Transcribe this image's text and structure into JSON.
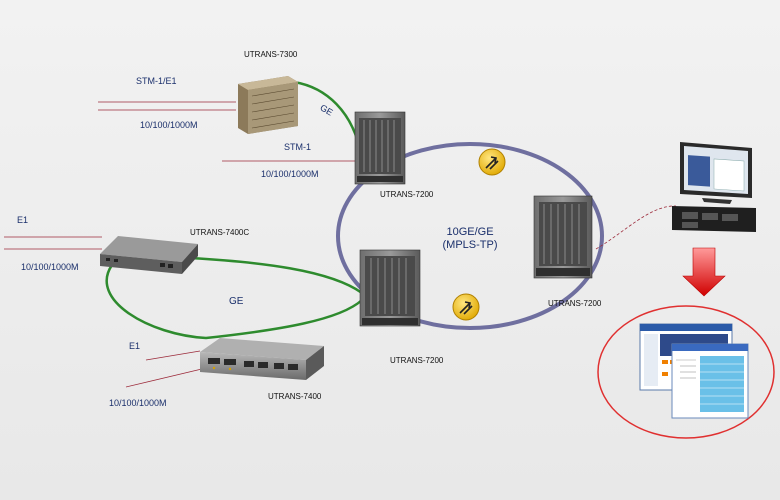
{
  "devices": {
    "utrans_7300": "UTRANS-7300",
    "utrans_7200_top": "UTRANS-7200",
    "utrans_7200_right": "UTRANS-7200",
    "utrans_7200_bottom": "UTRANS-7200",
    "utrans_7400c": "UTRANS-7400C",
    "utrans_7400": "UTRANS-7400"
  },
  "interfaces": {
    "stm1_e1": "STM-1/E1",
    "eth_top": "10/100/1000M",
    "ge_top": "GE",
    "stm1": "STM-1",
    "eth_mid": "10/100/1000M",
    "e1_left": "E1",
    "eth_left": "10/100/1000M",
    "ge_bottom": "GE",
    "e1_bottom": "E1",
    "eth_bottom": "10/100/1000M"
  },
  "ring": {
    "line1": "10GE/GE",
    "line2": "(MPLS-TP)"
  },
  "colors": {
    "ring": "#6f6f9f",
    "link_green": "#2e8b2e",
    "tributary": "#9c2a3a",
    "highlight_circle": "#e03030",
    "arrow_red": "#e01818",
    "router_badge": "#f2c200"
  },
  "icons": {
    "router_badge": "router-icon",
    "nms_workstation": "computer-monitor-icon",
    "nms_screens": "nms-software-screenshot-icon"
  }
}
